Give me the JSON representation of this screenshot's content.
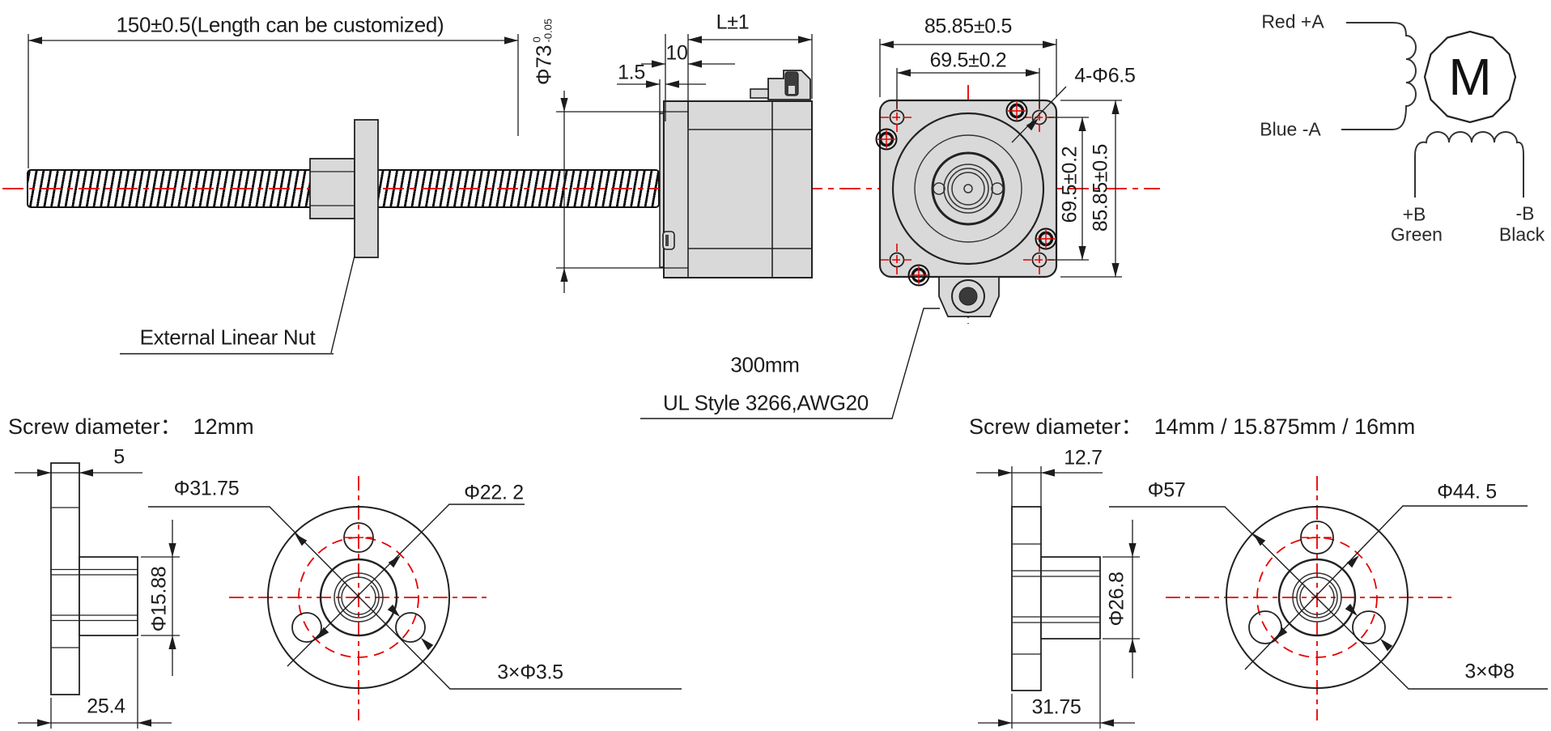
{
  "colors": {
    "red": "#e60000",
    "line": "#1c1c1c",
    "fill": "#d9d9d9"
  },
  "top_view": {
    "overall_length": "150±0.5(Length can be customized)",
    "shaft_dia": "Φ73",
    "shaft_dia_tol_top": "0",
    "shaft_dia_tol_bottom": "-0.05",
    "shim_thickness": "1.5",
    "flange_thickness": "10",
    "motor_length": "L±1",
    "nut_label": "External Linear Nut"
  },
  "front_view": {
    "width": "85.85±0.5",
    "hole_spacing": "69.5±0.2",
    "corner_holes": "4-Φ6.5",
    "hole_spacing_v": "69.5±0.2",
    "height_v": "85.85±0.5",
    "cable_length": "300mm",
    "cable_spec": "UL Style 3266,AWG20"
  },
  "wiring": {
    "lead_a_pos": "Red +A",
    "lead_a_neg": "Blue -A",
    "motor": "M",
    "lead_b_pos": "+B",
    "lead_b_pos_color": "Green",
    "lead_b_neg": "-B",
    "lead_b_neg_color": "Black"
  },
  "flange_small": {
    "heading_label": "Screw diameter：",
    "heading_value": "12mm",
    "thickness": "5",
    "outer_dia": "Φ31.75",
    "bolt_circle_dia": "Φ22. 2",
    "hub_dia": "Φ15.88",
    "holes": "3×Φ3.5",
    "length": "25.4"
  },
  "flange_large": {
    "heading_label": "Screw diameter：",
    "heading_value": "14mm / 15.875mm / 16mm",
    "thickness": "12.7",
    "outer_dia": "Φ57",
    "bolt_circle_dia": "Φ44. 5",
    "hub_dia": "Φ26.8",
    "holes": "3×Φ8",
    "length": "31.75"
  }
}
